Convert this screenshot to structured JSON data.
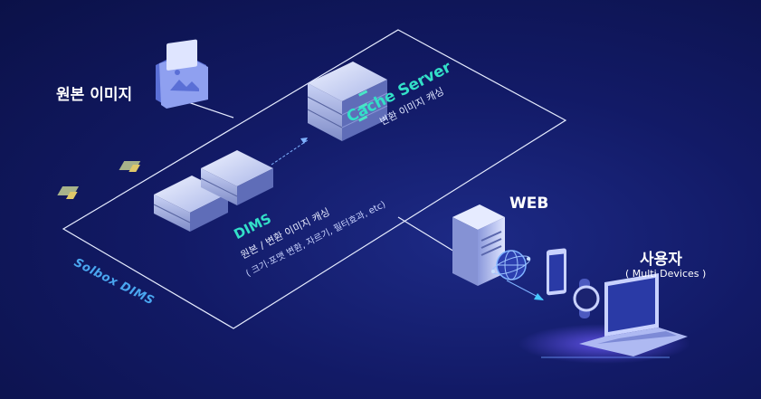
{
  "labels": {
    "origin_image": "원본 이미지",
    "cache_server_title": "Cache Server",
    "cache_server_desc": "변환 이미지 캐싱",
    "dims_title": "DIMS",
    "dims_desc": "원본 / 변환 이미지 캐싱",
    "dims_detail": "( 크기·포맷 변환, 자르기, 필터효과, etc)",
    "platform_name": "Solbox DIMS",
    "web": "WEB",
    "user_title": "사용자",
    "user_devices": "( Multi Devices )"
  },
  "colors": {
    "background": "#121a66",
    "accent_teal": "#33e0c8",
    "platform_outline": "#e6ecff",
    "brand_blue": "#4aa6f0"
  },
  "icons": [
    "image-folder-icon",
    "cache-server-icon",
    "dims-server-icon",
    "web-server-icon",
    "globe-icon",
    "smartwatch-icon",
    "smartphone-icon",
    "laptop-icon"
  ]
}
